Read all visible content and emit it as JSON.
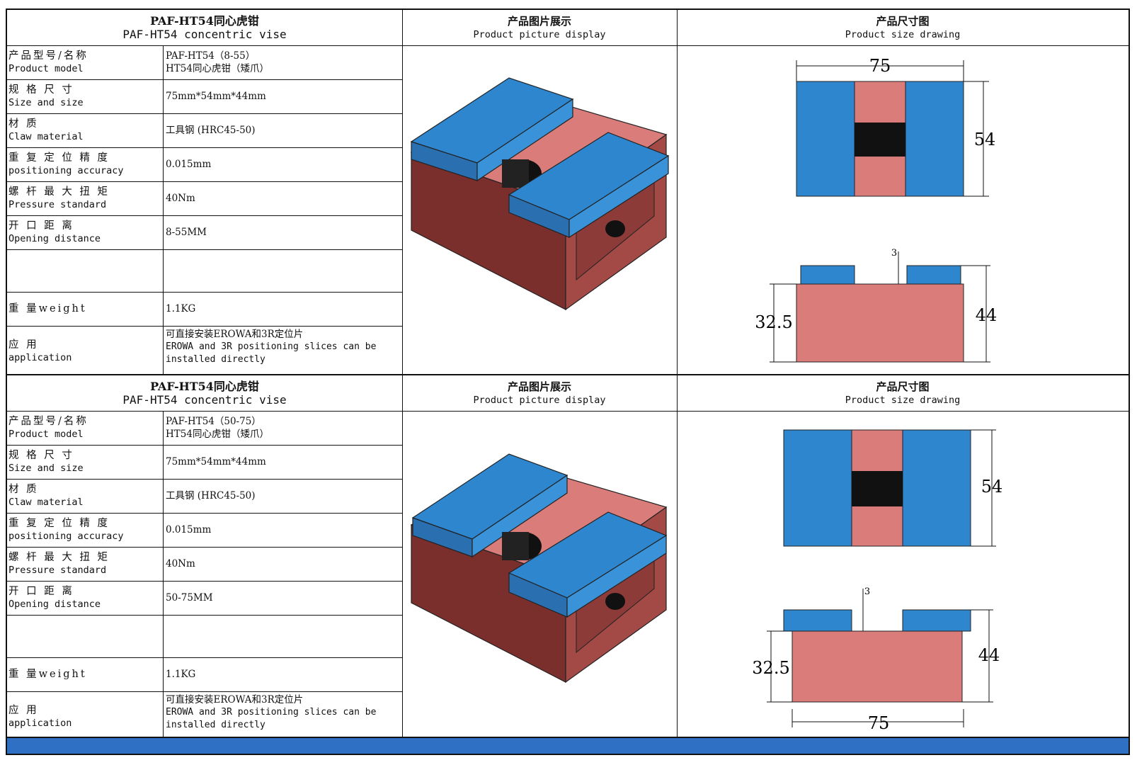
{
  "colors": {
    "body_red": "#7a2f2d",
    "body_pink": "#d97c7a",
    "jaw_blue": "#2e86cf",
    "screw_black": "#111111",
    "bar_blue": "#2f6fc4"
  },
  "sections": [
    {
      "title_zh": "PAF-HT54同心虎钳",
      "title_en": "PAF-HT54 concentric vise",
      "picture_zh": "产品图片展示",
      "picture_en": "Product picture display",
      "drawing_zh": "产品尺寸图",
      "drawing_en": "Product size drawing",
      "rows": [
        {
          "label_zh": "产品型号/名称",
          "label_en": "Product model",
          "value": [
            "PAF-HT54（8-55）",
            "HT54同心虎钳（矮爪）"
          ]
        },
        {
          "label_zh": "规 格 尺 寸",
          "label_en": "Size and size",
          "value": [
            "75mm*54mm*44mm"
          ]
        },
        {
          "label_zh": "材 质",
          "label_en": "Claw material",
          "value": [
            "工具钢 (HRC45-50)"
          ]
        },
        {
          "label_zh": "重 复 定 位 精 度",
          "label_en": "positioning accuracy",
          "value": [
            "0.015mm"
          ]
        },
        {
          "label_zh": "螺 杆 最 大 扭 矩",
          "label_en": "Pressure standard",
          "value": [
            "40Nm"
          ]
        },
        {
          "label_zh": "开 口 距 离",
          "label_en": "Opening distance",
          "value": [
            "8-55MM"
          ]
        },
        {
          "label_zh": "",
          "label_en": "",
          "value": [
            ""
          ]
        },
        {
          "label_zh": "重 量weight",
          "label_en": "",
          "value": [
            "1.1KG"
          ]
        },
        {
          "label_zh": "应 用",
          "label_en": "application",
          "value": [
            "可直接安装EROWA和3R定位片",
            "EROWA and 3R positioning slices can be",
            "installed directly"
          ]
        }
      ],
      "dims": {
        "width": "75",
        "depth": "54",
        "height": "44",
        "base": "32.5",
        "step": "3"
      }
    },
    {
      "title_zh": "PAF-HT54同心虎钳",
      "title_en": "PAF-HT54 concentric vise",
      "picture_zh": "产品图片展示",
      "picture_en": "Product picture display",
      "drawing_zh": "产品尺寸图",
      "drawing_en": "Product size drawing",
      "rows": [
        {
          "label_zh": "产品型号/名称",
          "label_en": "Product model",
          "value": [
            "PAF-HT54（50-75）",
            "HT54同心虎钳（矮爪）"
          ]
        },
        {
          "label_zh": "规 格 尺 寸",
          "label_en": "Size and size",
          "value": [
            "75mm*54mm*44mm"
          ]
        },
        {
          "label_zh": "材 质",
          "label_en": "Claw material",
          "value": [
            "工具钢 (HRC45-50)"
          ]
        },
        {
          "label_zh": "重 复 定 位 精 度",
          "label_en": "positioning accuracy",
          "value": [
            "0.015mm"
          ]
        },
        {
          "label_zh": "螺 杆 最 大 扭 矩",
          "label_en": "Pressure standard",
          "value": [
            "40Nm"
          ]
        },
        {
          "label_zh": "开 口 距 离",
          "label_en": "Opening distance",
          "value": [
            "50-75MM"
          ]
        },
        {
          "label_zh": "",
          "label_en": "",
          "value": [
            ""
          ]
        },
        {
          "label_zh": "重 量weight",
          "label_en": "",
          "value": [
            "1.1KG"
          ]
        },
        {
          "label_zh": "应 用",
          "label_en": "application",
          "value": [
            "可直接安装EROWA和3R定位片",
            "EROWA and 3R positioning slices can be",
            "installed directly"
          ]
        }
      ],
      "dims": {
        "width": "75",
        "depth": "54",
        "height": "44",
        "base": "32.5",
        "step": "3"
      }
    }
  ]
}
